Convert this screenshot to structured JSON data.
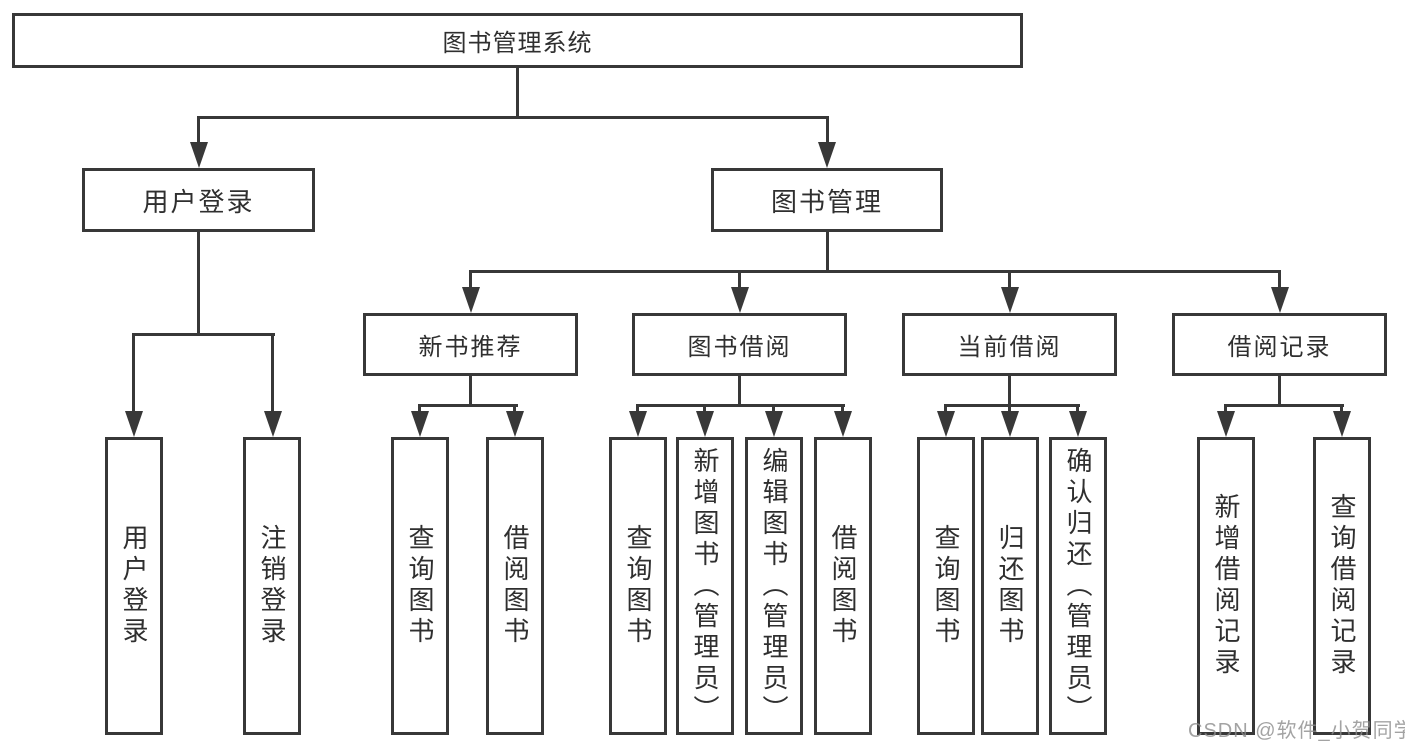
{
  "colors": {
    "line": "#383838",
    "text": "#2f2f2f",
    "box_background": "#ffffff",
    "watermark": "#8c8c8c"
  },
  "watermark": {
    "text": "CSDN @软件_小贺同学"
  },
  "tree": {
    "root": {
      "label": "图书管理系统",
      "children": [
        {
          "label": "用户登录",
          "children": [
            {
              "label": "用户登录"
            },
            {
              "label": "注销登录"
            }
          ]
        },
        {
          "label": "图书管理",
          "children": [
            {
              "label": "新书推荐",
              "children": [
                {
                  "label": "查询图书"
                },
                {
                  "label": "借阅图书"
                }
              ]
            },
            {
              "label": "图书借阅",
              "children": [
                {
                  "label": "查询图书"
                },
                {
                  "label": "新增图书（管理员）"
                },
                {
                  "label": "编辑图书（管理员）"
                },
                {
                  "label": "借阅图书"
                }
              ]
            },
            {
              "label": "当前借阅",
              "children": [
                {
                  "label": "查询图书"
                },
                {
                  "label": "归还图书"
                },
                {
                  "label": "确认归还（管理员）"
                }
              ]
            },
            {
              "label": "借阅记录",
              "children": [
                {
                  "label": "新增借阅记录"
                },
                {
                  "label": "查询借阅记录"
                }
              ]
            }
          ]
        }
      ]
    }
  }
}
